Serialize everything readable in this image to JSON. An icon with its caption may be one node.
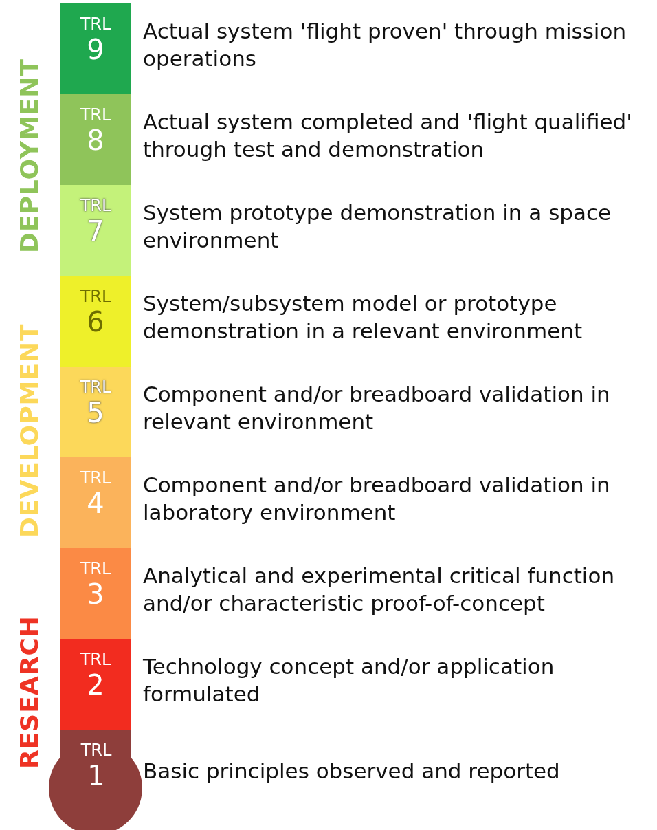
{
  "diagram": {
    "nodes": [
      {
        "text": [
          "TRL",
          "9"
        ],
        "beside": [
          "Actual system 'flight proven' through mission operations"
        ]
      },
      {
        "text": [
          "TRL",
          "8"
        ],
        "beside": [
          "Actual system completed and 'flight qualified' through test and demonstration"
        ]
      },
      {
        "text": [
          "TRL",
          "7"
        ],
        "beside": [
          "System prototype demonstration in a space environment"
        ]
      },
      {
        "text": [
          "TRL",
          "6"
        ],
        "beside": [
          "System/subsystem model or prototype demonstration in a relevant environment"
        ]
      },
      {
        "text": [
          "TRL",
          "5"
        ],
        "beside": [
          "Component and/or breadboard validation in relevant environment"
        ]
      },
      {
        "text": [
          "TRL",
          "4"
        ],
        "beside": [
          "Component and/or breadboard validation in laboratory environment"
        ]
      },
      {
        "text": [
          "TRL",
          "3"
        ],
        "beside": [
          "Analytical and experimental critical function and/or characteristic proof-of-concept"
        ]
      },
      {
        "text": [
          "TRL",
          "2"
        ],
        "beside": [
          "Technology concept and/or application formulated"
        ]
      },
      {
        "text": [
          "TRL",
          "1"
        ],
        "beside": [
          "Basic principles observed and reported"
        ]
      }
    ],
    "labels": [
      "DEPLOYMENT",
      "DEVELOPMENT",
      "RESEARCH"
    ]
  }
}
